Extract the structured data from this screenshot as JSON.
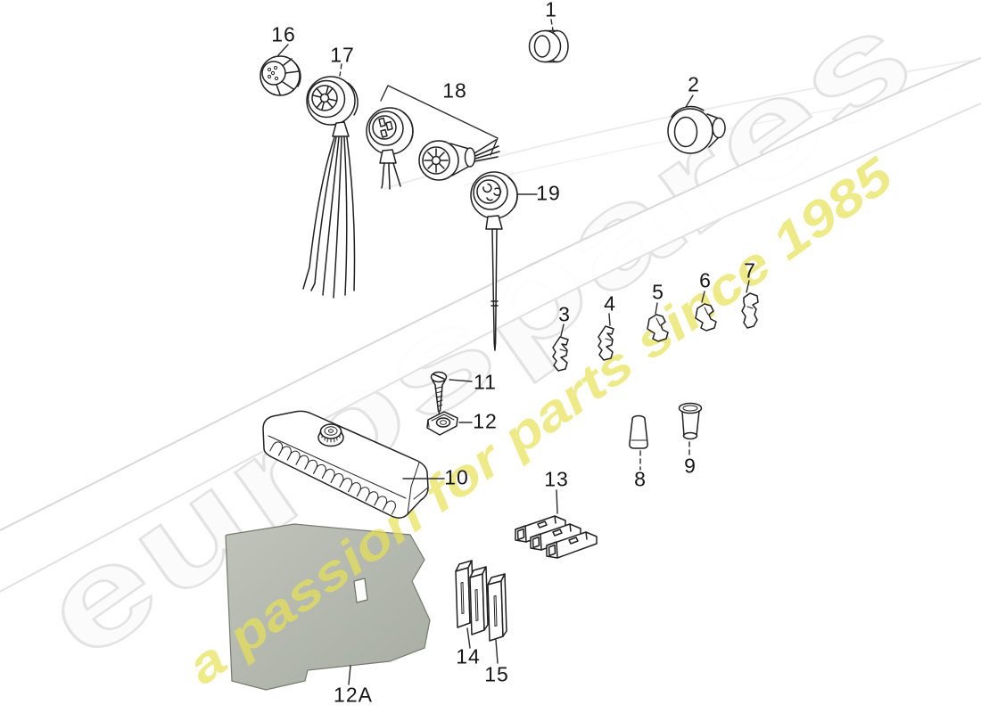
{
  "watermark": {
    "brand": "eurospares",
    "tagline": "a passion for parts since 1985",
    "brand_fill": "#fbfbfb",
    "brand_outline": "#e3e3e3",
    "tagline_color": "#e7e154"
  },
  "colors": {
    "background": "#ffffff",
    "diagram_line": "#212121",
    "panel_fill": "#b5b9b0",
    "swoosh_edge": "#dadada",
    "label_text": "#161616"
  },
  "callouts": {
    "c1": "1",
    "c2": "2",
    "c3": "3",
    "c4": "4",
    "c5": "5",
    "c6": "6",
    "c7": "7",
    "c8": "8",
    "c9": "9",
    "c10": "10",
    "c11": "11",
    "c12": "12",
    "c12a": "12A",
    "c13": "13",
    "c14": "14",
    "c15": "15",
    "c16": "16",
    "c17": "17",
    "c18": "18",
    "c19": "19"
  }
}
